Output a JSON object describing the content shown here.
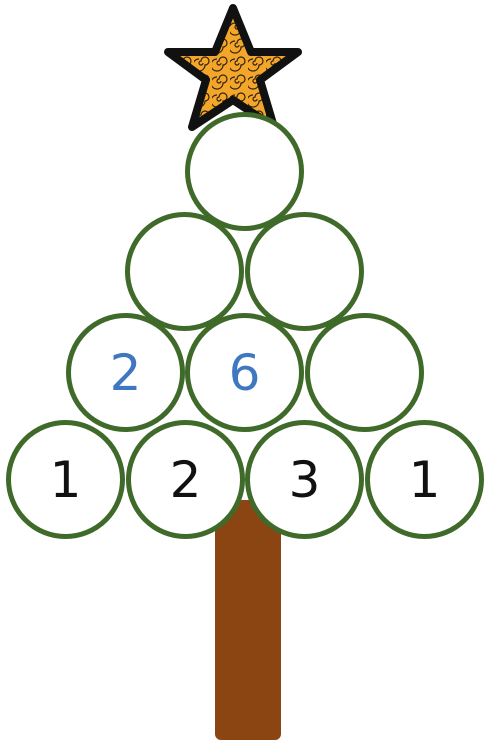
{
  "colors": {
    "circle_outline": "#3f6a2a",
    "trunk": "#8b4513",
    "star_fill": "#f4a62a",
    "star_outline": "#111111",
    "given_number": "#111111",
    "filled_number": "#3f78c1"
  },
  "icons": {
    "star": "star-icon"
  },
  "tree": {
    "row1": [
      "",
      "",
      ""
    ],
    "row2": [
      "",
      ""
    ],
    "row3": [
      "2",
      "6",
      ""
    ],
    "row4": [
      "1",
      "2",
      "3",
      "1"
    ]
  }
}
